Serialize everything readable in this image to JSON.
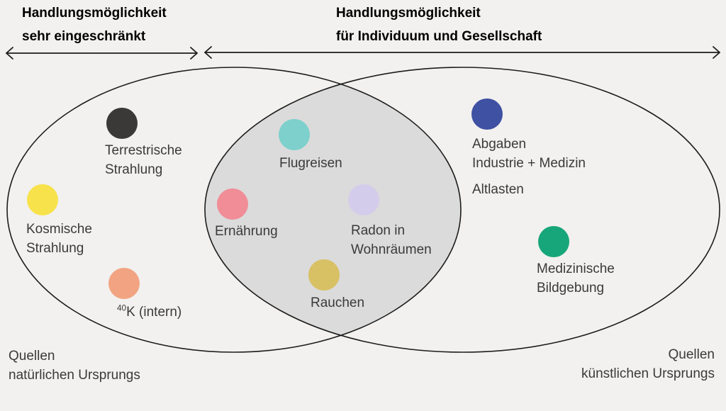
{
  "headers": {
    "left": "Handlungsmöglichkeit\nsehr eingeschränkt",
    "right": "Handlungsmöglichkeit\nfür Individuum und Gesellschaft"
  },
  "venn": {
    "overlap_fill": "#dbdbdb",
    "outline_color": "#1c1c1c",
    "left_region_name": "Quellen natürlichen Ursprungs",
    "right_region_name": "Quellen künstlichen Ursprungs",
    "items": [
      {
        "label": "Terrestrische\nStrahlung",
        "dot_color": "#3b3838",
        "region": "natural"
      },
      {
        "label": "Kosmische\nStrahlung",
        "dot_color": "#f7e24b",
        "region": "natural"
      },
      {
        "sup": "40",
        "label": "K (intern)",
        "dot_color": "#f2a482",
        "region": "natural"
      },
      {
        "label": "Flugreisen",
        "dot_color": "#7dd0cc",
        "region": "overlap"
      },
      {
        "label": "Ernährung",
        "dot_color": "#f08d97",
        "region": "overlap"
      },
      {
        "label": "Radon in\nWohnräumen",
        "dot_color": "#d4cceb",
        "region": "overlap"
      },
      {
        "label": "Rauchen",
        "dot_color": "#d8c064",
        "region": "overlap"
      },
      {
        "label": "Abgaben\nIndustrie + Medizin",
        "dot_color": "#3f51a3",
        "region": "artificial"
      },
      {
        "label": "Altlasten",
        "dot_color": null,
        "region": "artificial"
      },
      {
        "label": "Medizinische\nBildgebung",
        "dot_color": "#17a679",
        "region": "artificial"
      }
    ]
  },
  "footers": {
    "left": "Quellen\nnatürlichen Ursprungs",
    "right": "Quellen\nkünstlichen Ursprungs"
  }
}
